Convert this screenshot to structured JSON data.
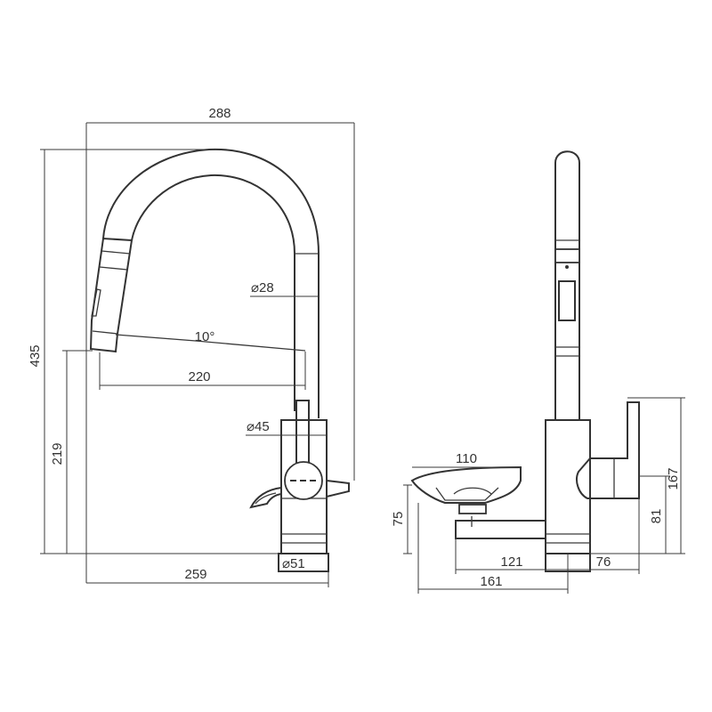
{
  "drawing": {
    "front_view": {
      "width_total": "288",
      "height_total": "435",
      "spout_reach": "220",
      "spout_angle": "10°",
      "hose_diameter": "⌀28",
      "body_diameter": "⌀45",
      "base_diameter": "⌀51",
      "outlet_height": "219",
      "base_to_spout": "259"
    },
    "side_view": {
      "soap_dish_width": "110",
      "soap_dish_height": "75",
      "handle_height": "167",
      "handle_low": "81",
      "arm_length": "121",
      "handle_offset": "76",
      "overall_depth": "161"
    }
  }
}
